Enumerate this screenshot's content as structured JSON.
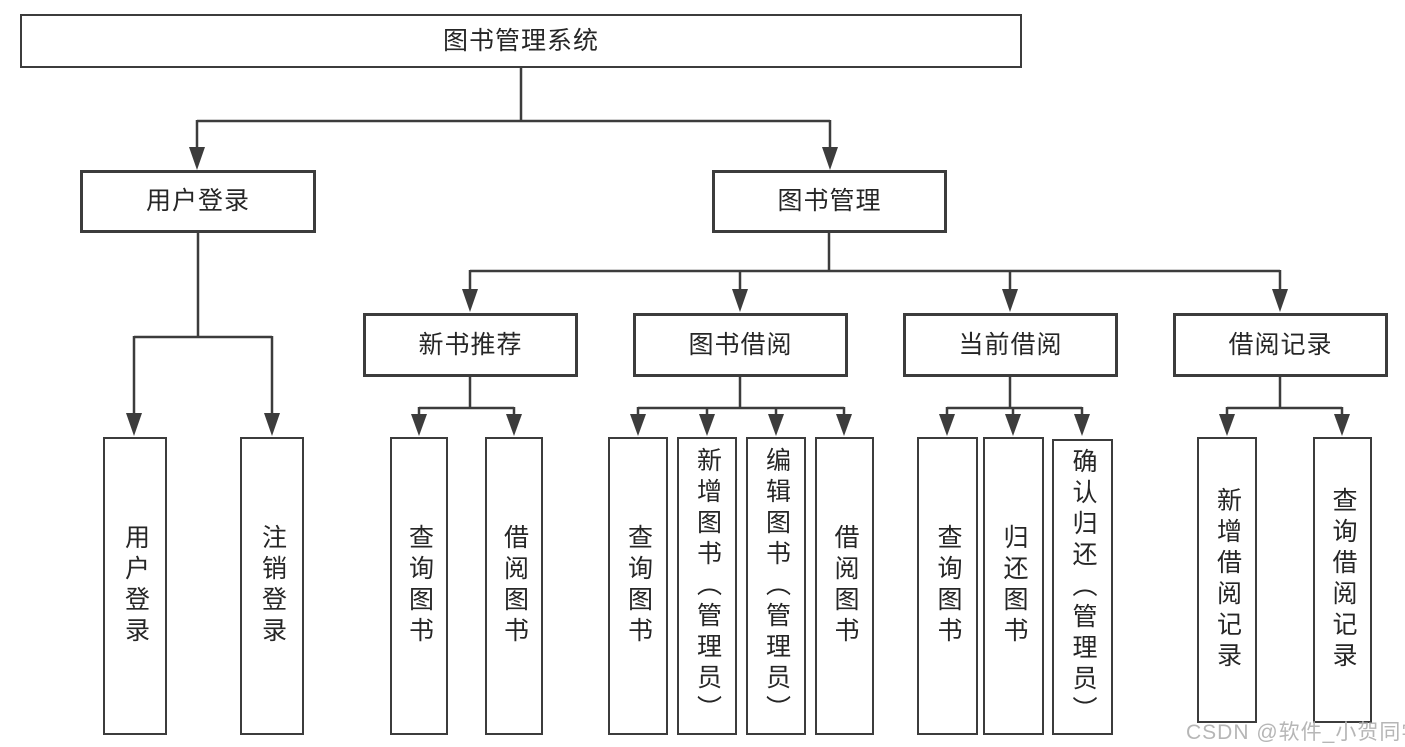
{
  "diagram": {
    "root": {
      "label": "图书管理系统"
    },
    "branches": [
      {
        "label": "用户登录",
        "children": [
          {
            "label": "用户登录"
          },
          {
            "label": "注销登录"
          }
        ]
      },
      {
        "label": "图书管理",
        "children": [
          {
            "label": "新书推荐",
            "children": [
              {
                "label": "查询图书"
              },
              {
                "label": "借阅图书"
              }
            ]
          },
          {
            "label": "图书借阅",
            "children": [
              {
                "label": "查询图书"
              },
              {
                "label": "新增图书（管理员）"
              },
              {
                "label": "编辑图书（管理员）"
              },
              {
                "label": "借阅图书"
              }
            ]
          },
          {
            "label": "当前借阅",
            "children": [
              {
                "label": "查询图书"
              },
              {
                "label": "归还图书"
              },
              {
                "label": "确认归还（管理员）"
              }
            ]
          },
          {
            "label": "借阅记录",
            "children": [
              {
                "label": "新增借阅记录"
              },
              {
                "label": "查询借阅记录"
              }
            ]
          }
        ]
      }
    ],
    "watermark": "CSDN @软件_小贺同学",
    "colors": {
      "line": "#3c3c3c",
      "text": "#262626",
      "watermark": "#b6b6b6"
    }
  }
}
